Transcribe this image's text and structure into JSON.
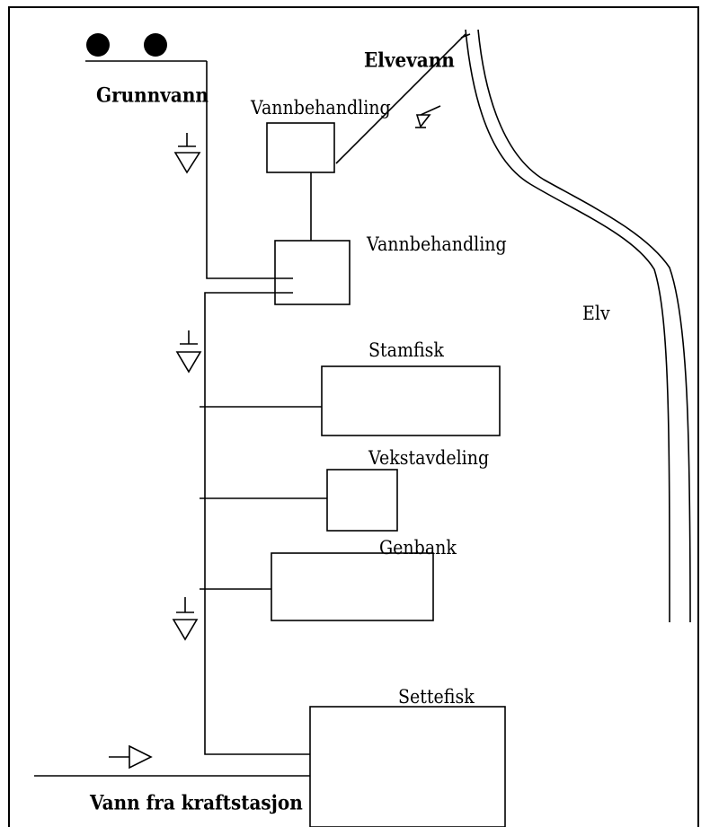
{
  "labels": {
    "grunnvann": "Grunnvann",
    "elvevann": "Elvevann",
    "vannbehandling_top": "Vannbehandling",
    "vannbehandling_main": "Vannbehandling",
    "elv": "Elv",
    "stamfisk": "Stamfisk",
    "vekstavdeling": "Vekstavdeling",
    "genbank": "Genbank",
    "settefisk": "Settefisk",
    "vann_fra_kraftstasjon": "Vann fra kraftstasjon"
  },
  "colors": {
    "line": "#000000",
    "background": "#ffffff"
  }
}
